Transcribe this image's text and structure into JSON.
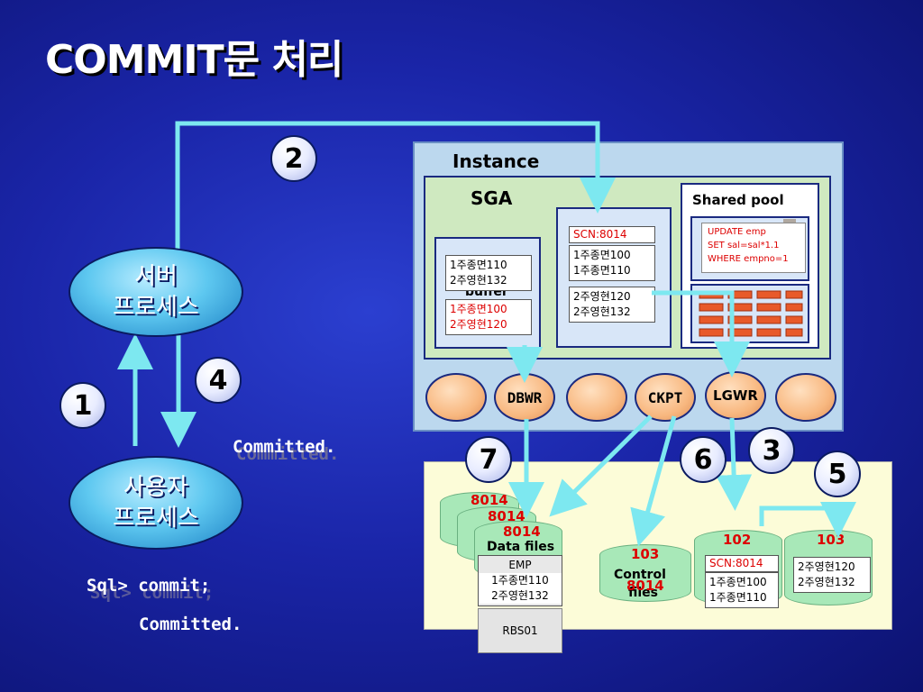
{
  "title": "COMMIT문 처리",
  "server_process": [
    "서버",
    "프로세스"
  ],
  "user_process": [
    "사용자",
    "프로세스"
  ],
  "steps": [
    "1",
    "2",
    "3",
    "4",
    "5",
    "6",
    "7"
  ],
  "committed_label": "Committed.",
  "sql_prompt": "Sql> commit;",
  "sql_result": "Committed.",
  "instance_label": "Instance",
  "sga_label": "SGA",
  "shared_pool_label": "Shared pool",
  "db_buffer": {
    "partial_label": "buffer",
    "upper": [
      "1주종면110",
      "2주영현132"
    ],
    "lower": [
      "1주종면100",
      "2주영현120"
    ]
  },
  "redo_buffer": {
    "scn": "SCN:8014",
    "upper": [
      "1주종면100",
      "1주종면110"
    ],
    "lower": [
      "2주영현120",
      "2주영현132"
    ]
  },
  "sql_text": [
    "UPDATE emp",
    "SET sal=sal*1.1",
    "WHERE empno=1"
  ],
  "processes": {
    "dbwr": "DBWR",
    "ckpt": "CKPT",
    "lgwr": "LGWR"
  },
  "data_files": {
    "scn_values": [
      "8014",
      "8014",
      "8014"
    ],
    "label": "Data files",
    "table_name": "EMP",
    "rows": [
      "1주종면110",
      "2주영현132"
    ],
    "rollback": "RBS01"
  },
  "control_files": {
    "scn": "103",
    "label": [
      "Control",
      "files"
    ],
    "overlay": "8014"
  },
  "redo_logs": {
    "log1": {
      "seq": "102",
      "scn": "SCN:8014",
      "rows": [
        "1주종면100",
        "1주종면110"
      ]
    },
    "log2": {
      "seq": "103",
      "rows": [
        "2주영현120",
        "2주영현132"
      ]
    }
  },
  "colors": {
    "arrow": "#7de8f0",
    "background": "#1a25a8",
    "highlight_red": "#dd0000"
  }
}
